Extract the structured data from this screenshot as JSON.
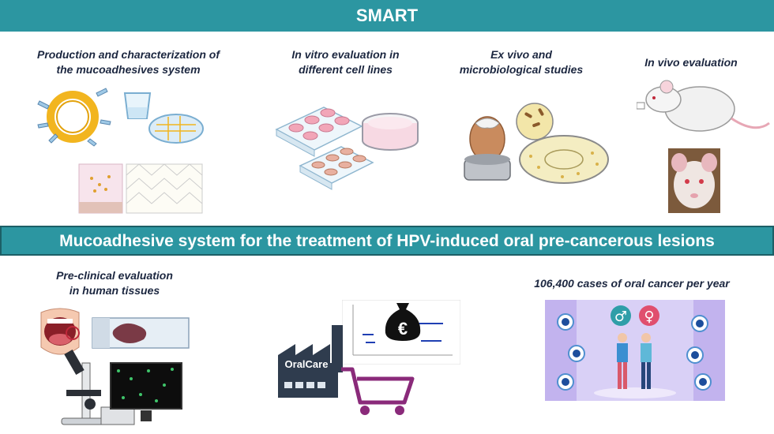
{
  "top_banner": {
    "title": "SMART"
  },
  "sections": {
    "production": {
      "line1": "Production and characterization of",
      "line2": "the mucoadhesives system"
    },
    "invitro": {
      "line1": "In vitro evaluation in",
      "line2": "different cell lines"
    },
    "exvivo": {
      "line1": "Ex vivo and",
      "line2": "microbiological studies"
    },
    "invivo": {
      "line1": "In vivo evaluation"
    },
    "preclinical": {
      "line1": "Pre-clinical evaluation",
      "line2": "in human tissues"
    },
    "market": {
      "factory_label": "OralCare",
      "currency_symbol": "€"
    },
    "cancer": {
      "line1": "106,400 cases of oral cancer per year",
      "male_symbol": "♂",
      "female_symbol": "♀"
    }
  },
  "mid_banner": {
    "title": "Mucoadhesive system for the treatment of HPV-induced oral pre-cancerous lesions"
  },
  "colors": {
    "banner": "#2c96a1",
    "caption": "#1c2740",
    "liposome": "#f2b51f",
    "cart": "#8a2a7a",
    "panel": "#b9a8e8"
  }
}
